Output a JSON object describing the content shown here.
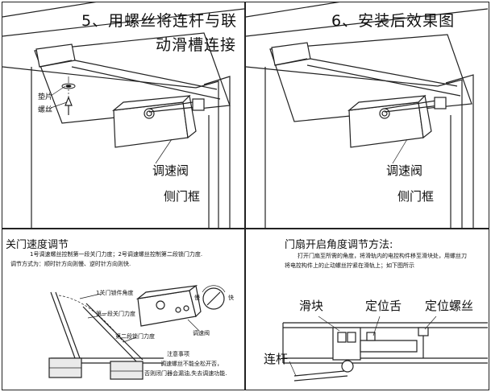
{
  "panel1": {
    "title_line1": "5、用螺丝将连杆与联",
    "title_line2": "动滑槽连接",
    "label_washer": "垫片",
    "label_screw": "螺丝",
    "label_valve": "调速阀",
    "label_frame": "侧门框"
  },
  "panel2": {
    "title": "6、安装后效果图",
    "label_valve": "调速阀",
    "label_frame": "侧门框"
  },
  "panel3": {
    "title": "关门速度调节",
    "desc_line1": "1号调速螺丝控制第一段关门力度；2号调速螺丝控制第二段锁门力度.",
    "desc_line2": "调节方式为：顺时针方向则慢、逆时针方向则快.",
    "label_angle": "1关门锁件角度",
    "label_stage1": "第一段关门力度",
    "label_stage2": "第二段锁门力度",
    "label_slow": "慢",
    "label_fast": "快",
    "label_valve_small": "调速阀",
    "note_title": "注意事项",
    "note_line1": "调速螺丝不能全松开否，",
    "note_line2": "否则闭门器会漏油,失去调速功能."
  },
  "panel4": {
    "title": "门扇开启角度调节方法:",
    "desc_line1": "打开门扇至所需的角度，将滑轨内的电控构件移至滑块处，用螺丝刀",
    "desc_line2": "将电控构件上的止动螺丝拧紧在滑轨上；如下图所示",
    "label_slider": "滑块",
    "label_tongue": "定位舌",
    "label_screw": "定位螺丝",
    "label_rod": "连杆"
  }
}
